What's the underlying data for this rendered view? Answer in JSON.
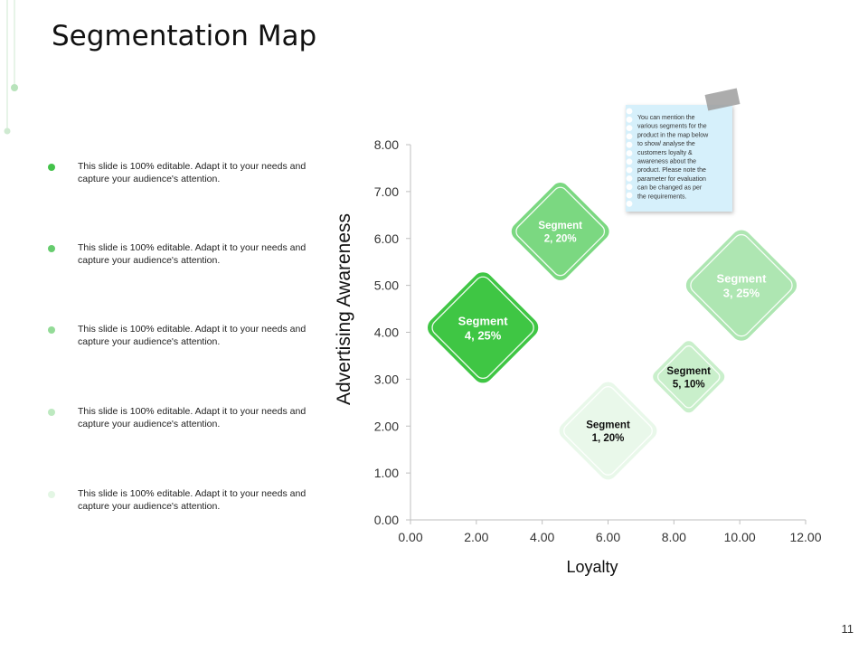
{
  "slide": {
    "title": "Segmentation Map",
    "page_number": "11"
  },
  "bullets": [
    {
      "text": "This slide is 100% editable. Adapt it to your needs and capture your audience's attention.",
      "color": "#43c24a"
    },
    {
      "text": "This slide is 100% editable. Adapt it to your needs and capture your audience's attention.",
      "color": "#66cc6e"
    },
    {
      "text": "This slide is 100% editable. Adapt it to your needs and capture your audience's attention.",
      "color": "#93db97"
    },
    {
      "text": "This slide is 100% editable. Adapt it to your needs and capture your audience's attention.",
      "color": "#bde9c0"
    },
    {
      "text": "This slide is 100% editable. Adapt it to your needs and capture your audience's attention.",
      "color": "#e3f6e4"
    }
  ],
  "note": {
    "lines": [
      "You can mention the",
      "various segments for the",
      "product in the map below",
      "to show/ analyse the",
      "customers loyalty &",
      "awareness about the",
      "product. Please note the",
      "parameter for evaluation",
      "can be changed as per",
      "the requirements."
    ],
    "color": "#d6f0fb"
  },
  "chart_data": {
    "type": "scatter",
    "xlabel": "Loyalty",
    "ylabel": "Advertising Awareness",
    "xlim": [
      0,
      12
    ],
    "ylim": [
      0,
      8
    ],
    "x_ticks": [
      "0.00",
      "2.00",
      "4.00",
      "6.00",
      "8.00",
      "10.00",
      "12.00"
    ],
    "y_ticks": [
      "0.00",
      "1.00",
      "2.00",
      "3.00",
      "4.00",
      "5.00",
      "6.00",
      "7.00",
      "8.00"
    ],
    "grid": false,
    "legend": "none",
    "points": [
      {
        "label": [
          "Segment",
          "1, 20%"
        ],
        "x": 6.0,
        "y": 1.9,
        "size": 20,
        "color": "#e9f8ea",
        "text_color": "#111111"
      },
      {
        "label": [
          "Segment",
          "2, 20%"
        ],
        "x": 4.55,
        "y": 6.15,
        "size": 20,
        "color": "#7bd881",
        "text_color": "#ffffff"
      },
      {
        "label": [
          "Segment",
          "3, 25%"
        ],
        "x": 10.05,
        "y": 5.0,
        "size": 25,
        "color": "#aee6b2",
        "text_color": "#ffffff"
      },
      {
        "label": [
          "Segment",
          "4, 25%"
        ],
        "x": 2.2,
        "y": 4.1,
        "size": 25,
        "color": "#3fc644",
        "text_color": "#ffffff"
      },
      {
        "label": [
          "Segment",
          "5, 10%"
        ],
        "x": 8.45,
        "y": 3.05,
        "size": 10,
        "color": "#c9efcb",
        "text_color": "#111111"
      }
    ]
  }
}
